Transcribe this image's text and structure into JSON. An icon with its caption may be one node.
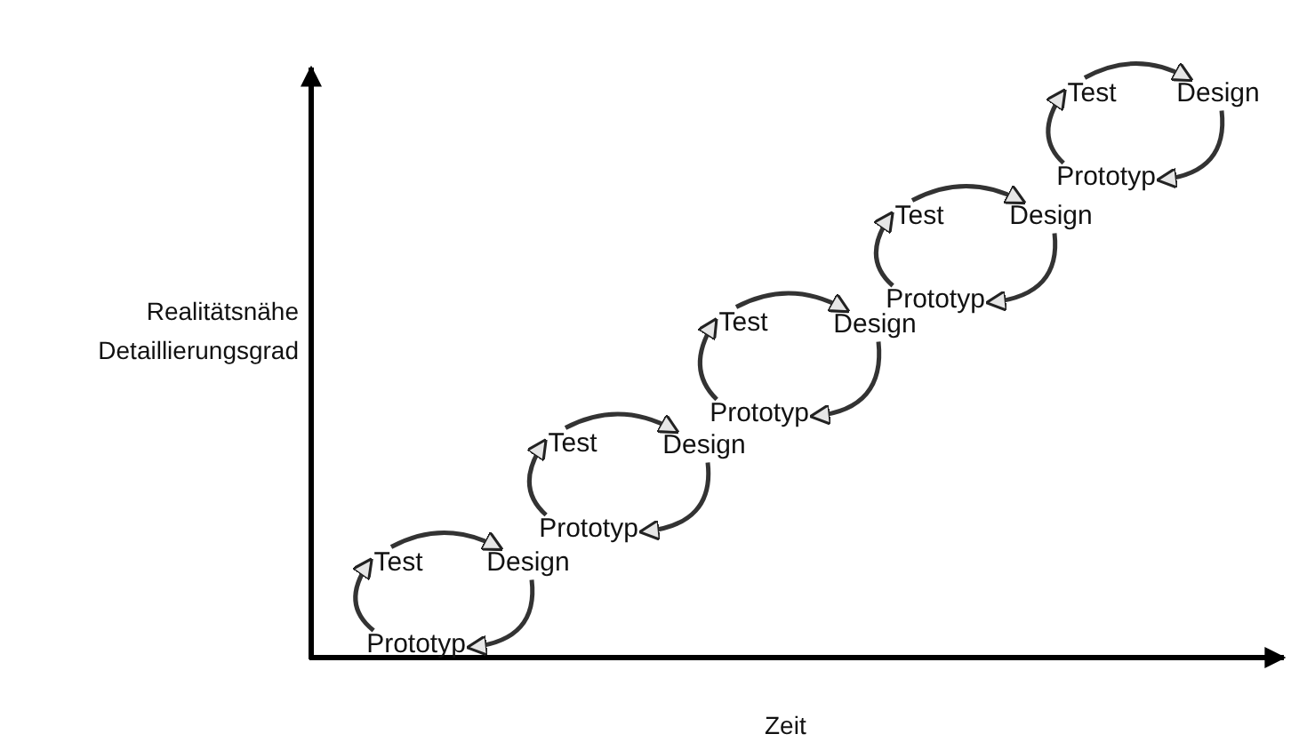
{
  "diagram": {
    "nodes": [
      {
        "text": [
          "Prototyp"
        ]
      },
      {
        "text": [
          "Test"
        ]
      },
      {
        "text": [
          "Design"
        ]
      },
      {
        "text": [
          "Prototyp"
        ]
      },
      {
        "text": [
          "Test"
        ]
      },
      {
        "text": [
          "Design"
        ]
      },
      {
        "text": [
          "Prototyp"
        ]
      },
      {
        "text": [
          "Test"
        ]
      },
      {
        "text": [
          "Design"
        ]
      },
      {
        "text": [
          "Prototyp"
        ]
      },
      {
        "text": [
          "Test"
        ]
      },
      {
        "text": [
          "Design"
        ]
      },
      {
        "text": [
          "Prototyp"
        ]
      },
      {
        "text": [
          "Test"
        ]
      },
      {
        "text": [
          "Design"
        ]
      }
    ],
    "edges": [
      {
        "from": 0,
        "to": 1,
        "arrow": "to"
      },
      {
        "from": 1,
        "to": 2,
        "arrow": "to"
      },
      {
        "from": 2,
        "to": 0,
        "arrow": "to"
      },
      {
        "from": 3,
        "to": 4,
        "arrow": "to"
      },
      {
        "from": 4,
        "to": 5,
        "arrow": "to"
      },
      {
        "from": 5,
        "to": 3,
        "arrow": "to"
      },
      {
        "from": 6,
        "to": 7,
        "arrow": "to"
      },
      {
        "from": 7,
        "to": 8,
        "arrow": "to"
      },
      {
        "from": 8,
        "to": 6,
        "arrow": "to"
      },
      {
        "from": 9,
        "to": 10,
        "arrow": "to"
      },
      {
        "from": 10,
        "to": 11,
        "arrow": "to"
      },
      {
        "from": 11,
        "to": 9,
        "arrow": "to"
      },
      {
        "from": 12,
        "to": 13,
        "arrow": "to"
      },
      {
        "from": 13,
        "to": 14,
        "arrow": "to"
      },
      {
        "from": 14,
        "to": 12,
        "arrow": "to"
      }
    ],
    "labels": [
      "Realitätsnähe Detaillierungsgrad",
      "Zeit"
    ]
  }
}
